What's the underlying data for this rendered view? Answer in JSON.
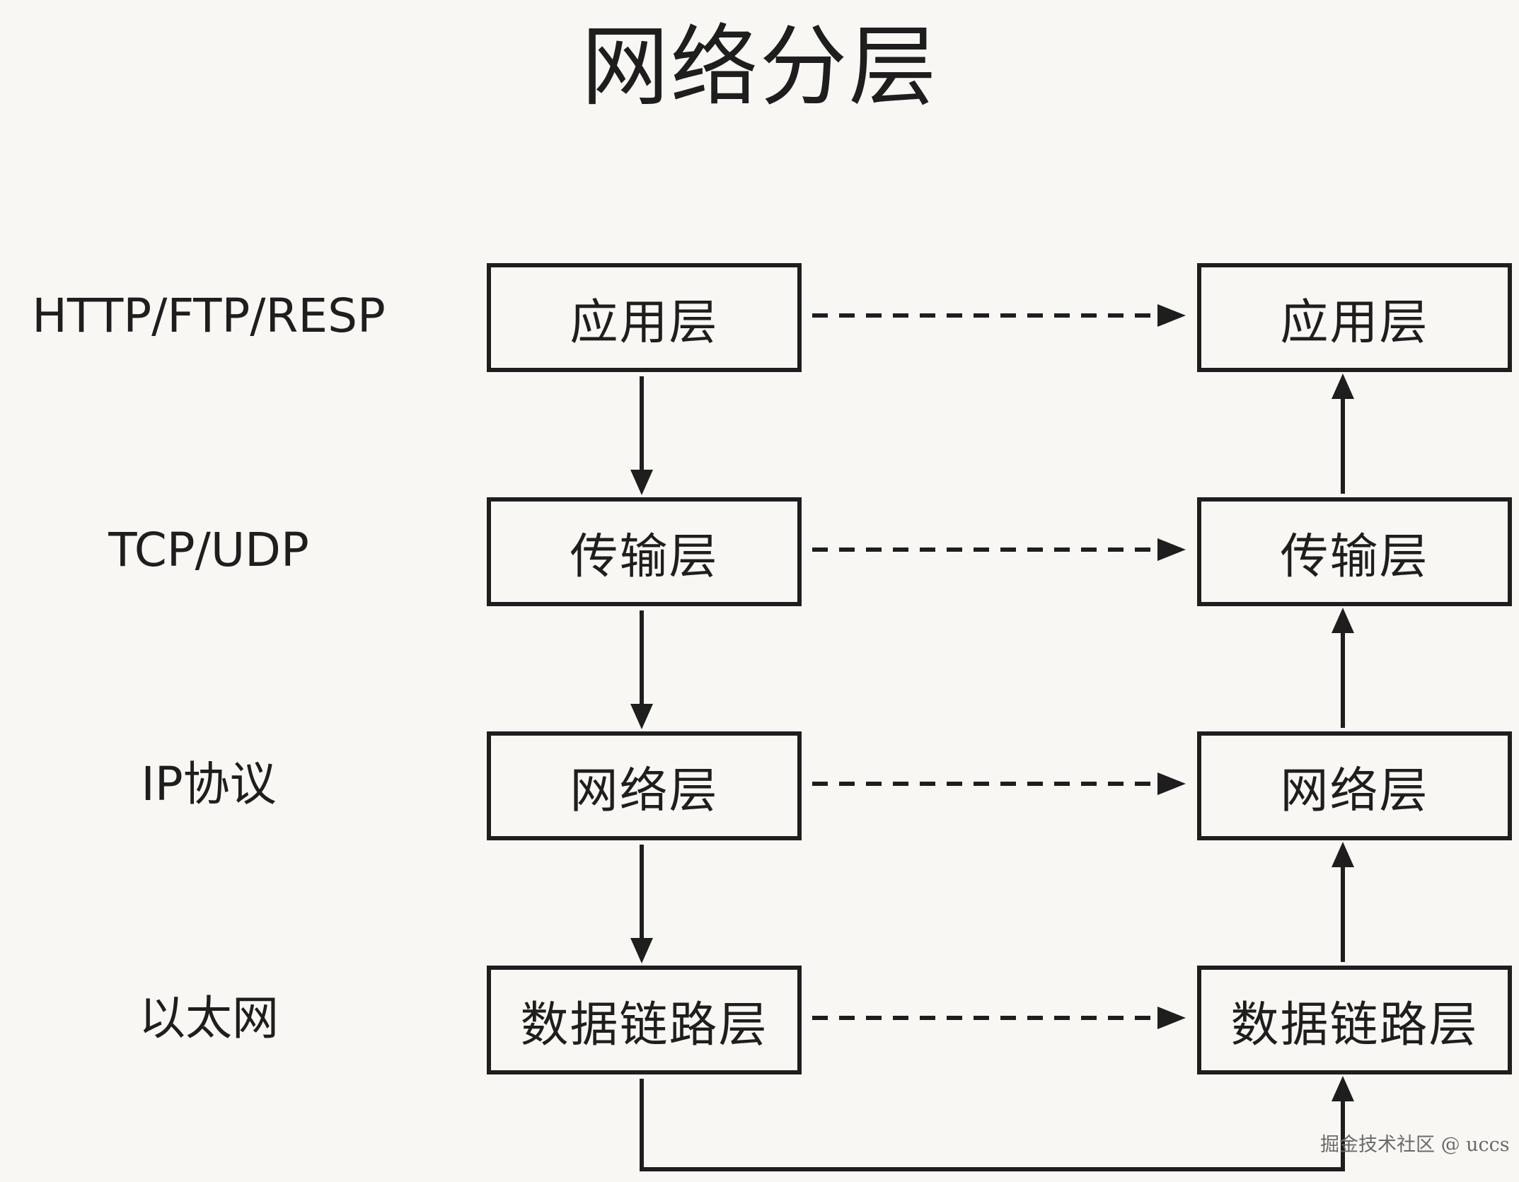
{
  "title": "网络分层",
  "protocols": [
    {
      "label": "HTTP/FTP/RESP"
    },
    {
      "label": "TCP/UDP"
    },
    {
      "label": "IP协议"
    },
    {
      "label": "以太网"
    }
  ],
  "left_stack": [
    {
      "label": "应用层"
    },
    {
      "label": "传输层"
    },
    {
      "label": "网络层"
    },
    {
      "label": "数据链路层"
    }
  ],
  "right_stack": [
    {
      "label": "应用层"
    },
    {
      "label": "传输层"
    },
    {
      "label": "网络层"
    },
    {
      "label": "数据链路层"
    }
  ],
  "watermark": "掘金技术社区 @ uccs",
  "colors": {
    "background": "#f9f7f4",
    "stroke": "#1e1e1e"
  }
}
